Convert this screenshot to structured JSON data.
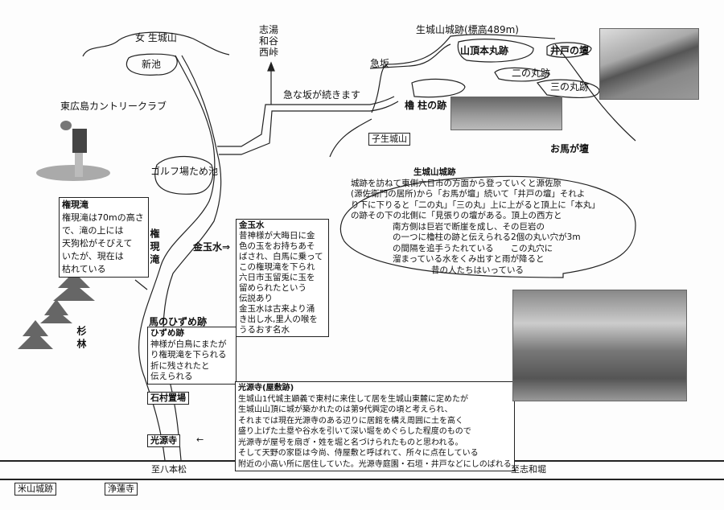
{
  "top_labels": {
    "mountain_female": "女 生城山",
    "new_pond": "新池",
    "to_north": [
      "志湯",
      "和谷",
      "西峠"
    ],
    "steep_road": "急な坂が続きます",
    "country_club": "東広島カントリークラブ",
    "golf_pond": "ゴルフ場ため池",
    "gongen_vertical": "権現滝",
    "kingyokusui_arrow": "金玉水⇒",
    "hoof_mark": "馬のひずめ跡",
    "cedar_forest": "杉林",
    "stone_yard": "石村置場",
    "kogenji_label": "光源寺",
    "left_arrow": "←"
  },
  "castle_map": {
    "title": "生城山城跡(標高489m)",
    "steep": "急坂",
    "honmaru": "山頂本丸跡",
    "ido": "井戸の壇",
    "ninomaru": "二の丸跡",
    "sannomaru": "三の丸跡",
    "yagura": "櫓 柱の跡",
    "kojo": "子生城山",
    "ouma": "お馬が壇"
  },
  "gongen_box": {
    "title": "権現滝",
    "lines": [
      "権現滝は70mの高さ",
      "で、滝の上には",
      "天狗松がそびえて",
      "いたが、現在は",
      "枯れている"
    ]
  },
  "kingyoku_box": {
    "title": "金玉水",
    "lines": [
      "昔神様が大晦日に金",
      "色の玉をお持ちあそ",
      "ばされ、白馬に乗って",
      "この権現滝を下られ",
      "六日市玉留兎に玉を",
      "留められたという",
      "伝説あり",
      "金玉水は古来より涌",
      "き出し水,里人の喉を",
      "うるおす名水"
    ]
  },
  "hizume_box": {
    "title": "ひずめ跡",
    "lines": [
      "神様が白鳥にまたが",
      "り権現滝を下られる",
      "折に残されたと",
      "伝えられる"
    ]
  },
  "kogenji_box": {
    "title": "光源寺(屋敷跡)",
    "lines": [
      "生城山1代城主顕義で東村に来住して居を生城山東麓に定めたが",
      "生城山山頂に城が築かれたのは第9代興定の頃と考えられ、",
      "それまでは現在光源寺のある辺りに居館を構え周囲に土を高く",
      "盛り上げた土塁や谷水を引いて深い堀をめぐらした程度のもので",
      "光源寺が屋号を扇ぎ・姓を堀と名づけられたものと思われる。",
      "そして天野の家臣は今尚、侍屋敷と呼ばれて、所々に点在している",
      "附近の小高い所に居住していた。光源寺庭園・石垣・井戸などにしのばれる"
    ]
  },
  "castle_ellipse": {
    "title": "生城山城跡",
    "lines": [
      "城跡を訪ねて東側六日市の方面から登っていくと源佐原",
      "(源佐衛門の居所)から「お馬が壇」続いて「井戸の壇」それよ",
      "り下に下りると「二の丸」「三の丸」上に上がると頂上に「本丸」",
      "の跡その下の北側に「見張りの壇がある。頂上の西方と",
      "南方側は巨岩で断崖を成し、その巨岩の",
      "の一つに櫓柱の跡と伝えられる2個の丸い穴が3m",
      "の間隔を追手うたれている　　この丸穴に",
      "溜まっている水をくみ出すと雨が降ると",
      "昔の人たちはいっている"
    ]
  },
  "road": {
    "west": "至八本松",
    "east": "至志和堀"
  },
  "bottom_labels": {
    "yoneyama": "米山城跡",
    "jorenji": "浄蓮寺"
  }
}
